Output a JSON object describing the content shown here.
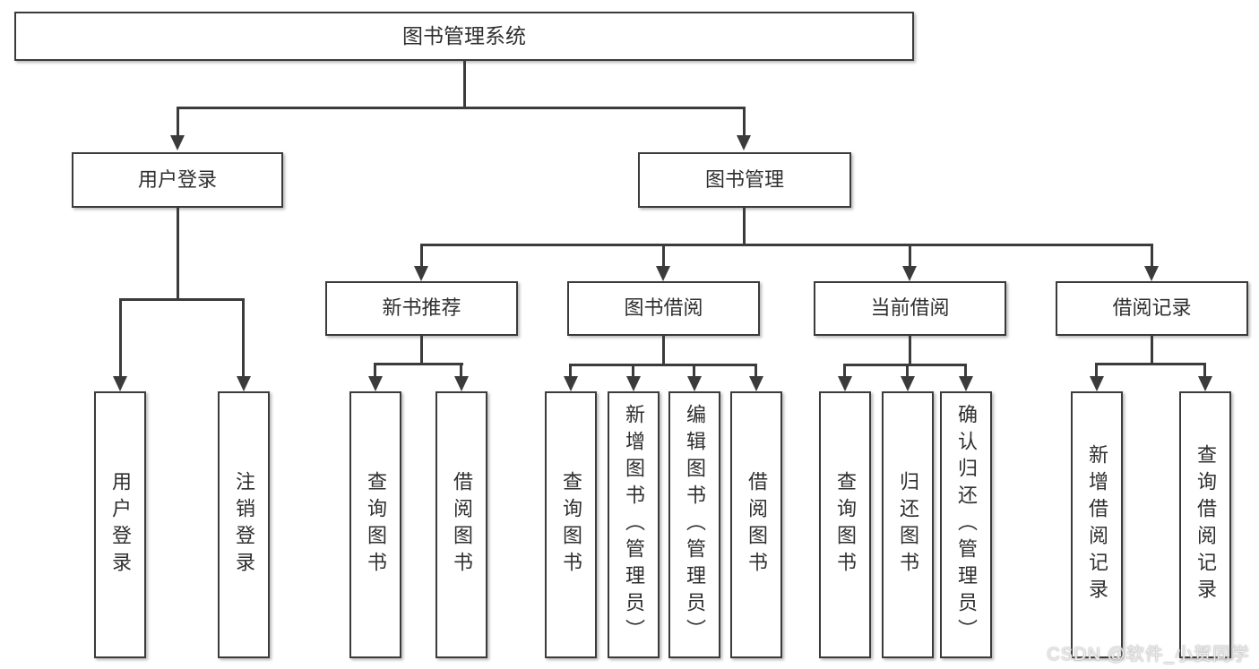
{
  "colors": {
    "line": "#3b3b3b",
    "box_border": "#3b3b3b",
    "box_fill": "#ffffff",
    "text": "#2f2f2f",
    "background": "#ffffff",
    "watermark": "#ececec"
  },
  "watermark": {
    "text": "CSDN @软件_小贺同学"
  },
  "tree": {
    "label": "图书管理系统",
    "children": [
      {
        "label": "用户登录",
        "children": [
          {
            "label": "用户登录"
          },
          {
            "label": "注销登录"
          }
        ]
      },
      {
        "label": "图书管理",
        "children": [
          {
            "label": "新书推荐",
            "children": [
              {
                "label": "查询图书"
              },
              {
                "label": "借阅图书"
              }
            ]
          },
          {
            "label": "图书借阅",
            "children": [
              {
                "label": "查询图书"
              },
              {
                "label": "新增图书（管理员）"
              },
              {
                "label": "编辑图书（管理员）"
              },
              {
                "label": "借阅图书"
              }
            ]
          },
          {
            "label": "当前借阅",
            "children": [
              {
                "label": "查询图书"
              },
              {
                "label": "归还图书"
              },
              {
                "label": "确认归还（管理员）"
              }
            ]
          },
          {
            "label": "借阅记录",
            "children": [
              {
                "label": "新增借阅记录"
              },
              {
                "label": "查询借阅记录"
              }
            ]
          }
        ]
      }
    ]
  }
}
